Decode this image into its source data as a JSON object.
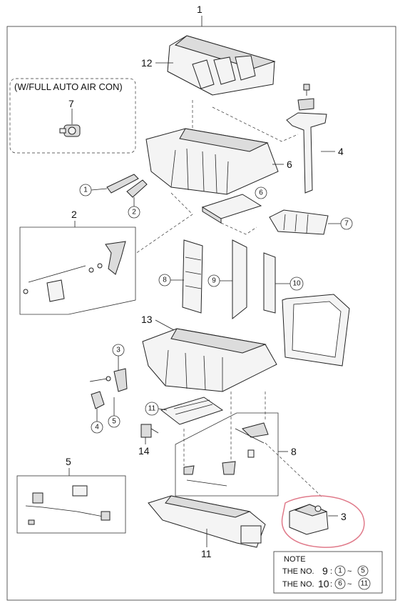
{
  "callouts": {
    "main": "1",
    "top_cover": "12",
    "auto_air_con_note": "(W/FULL AUTO AIR CON)",
    "auto_sensor": "7",
    "duct_right": "4",
    "upper_case": "6",
    "lever_1": "1",
    "lever_2": "2",
    "small_filter": "6",
    "door_7": "7",
    "link_kit": "2",
    "door_8": "8",
    "door_9": "9",
    "door_10": "10",
    "lower_case": "13",
    "lever_3": "3",
    "lever_4": "4",
    "lever_5": "5",
    "filter_11": "11",
    "actuator_14": "14",
    "mode_kit": "8",
    "rod_kit": "5",
    "actuator_3": "3",
    "blower_duct": "11"
  },
  "note": {
    "title": "NOTE",
    "line1_prefix": "THE NO.",
    "line1_num": "9",
    "line1_colon": ":",
    "line1_from": "1",
    "line1_tilde": "~",
    "line1_to": "5",
    "line2_prefix": "THE NO.",
    "line2_num": "10",
    "line2_colon": ":",
    "line2_from": "6",
    "line2_tilde": "~",
    "line2_to": "11"
  },
  "colors": {
    "ink": "#222222",
    "highlight": "#e07a8a"
  }
}
